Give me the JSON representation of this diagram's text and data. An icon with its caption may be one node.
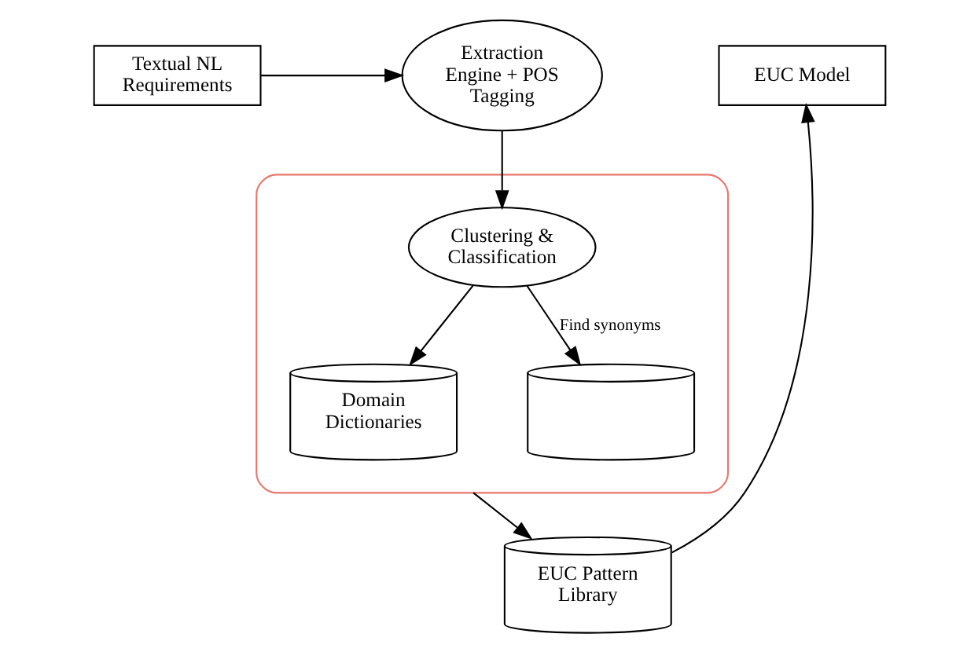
{
  "diagram": {
    "nodes": [
      {
        "text": [
          "Textual NL Requirements"
        ]
      },
      {
        "text": [
          "Extraction Engine + POS Tagging"
        ]
      },
      {
        "text": [
          "EUC Model"
        ]
      },
      {
        "text": [],
        "shape": "box"
      },
      {
        "text": [
          "Domain Dictionaries"
        ],
        "in": 3
      },
      {
        "text": [
          "Clustering & Classification"
        ],
        "in": 3
      },
      {
        "text": [
          "EUC Pattern Library"
        ]
      },
      {
        "text": [],
        "shape": "cylinder",
        "in": 3
      }
    ],
    "edges": [
      {
        "from": 0,
        "to": 1,
        "arrow": "to"
      },
      {
        "from": 1,
        "to": 5,
        "arrow": "to"
      },
      {
        "from": 5,
        "to": 4,
        "arrow": "to"
      },
      {
        "from": 5,
        "to": 7,
        "arrow": "to",
        "label": "Find synonyms"
      },
      {
        "from": 3,
        "to": 6,
        "arrow": "to"
      },
      {
        "from": 6,
        "to": 2,
        "arrow": "to"
      }
    ]
  }
}
